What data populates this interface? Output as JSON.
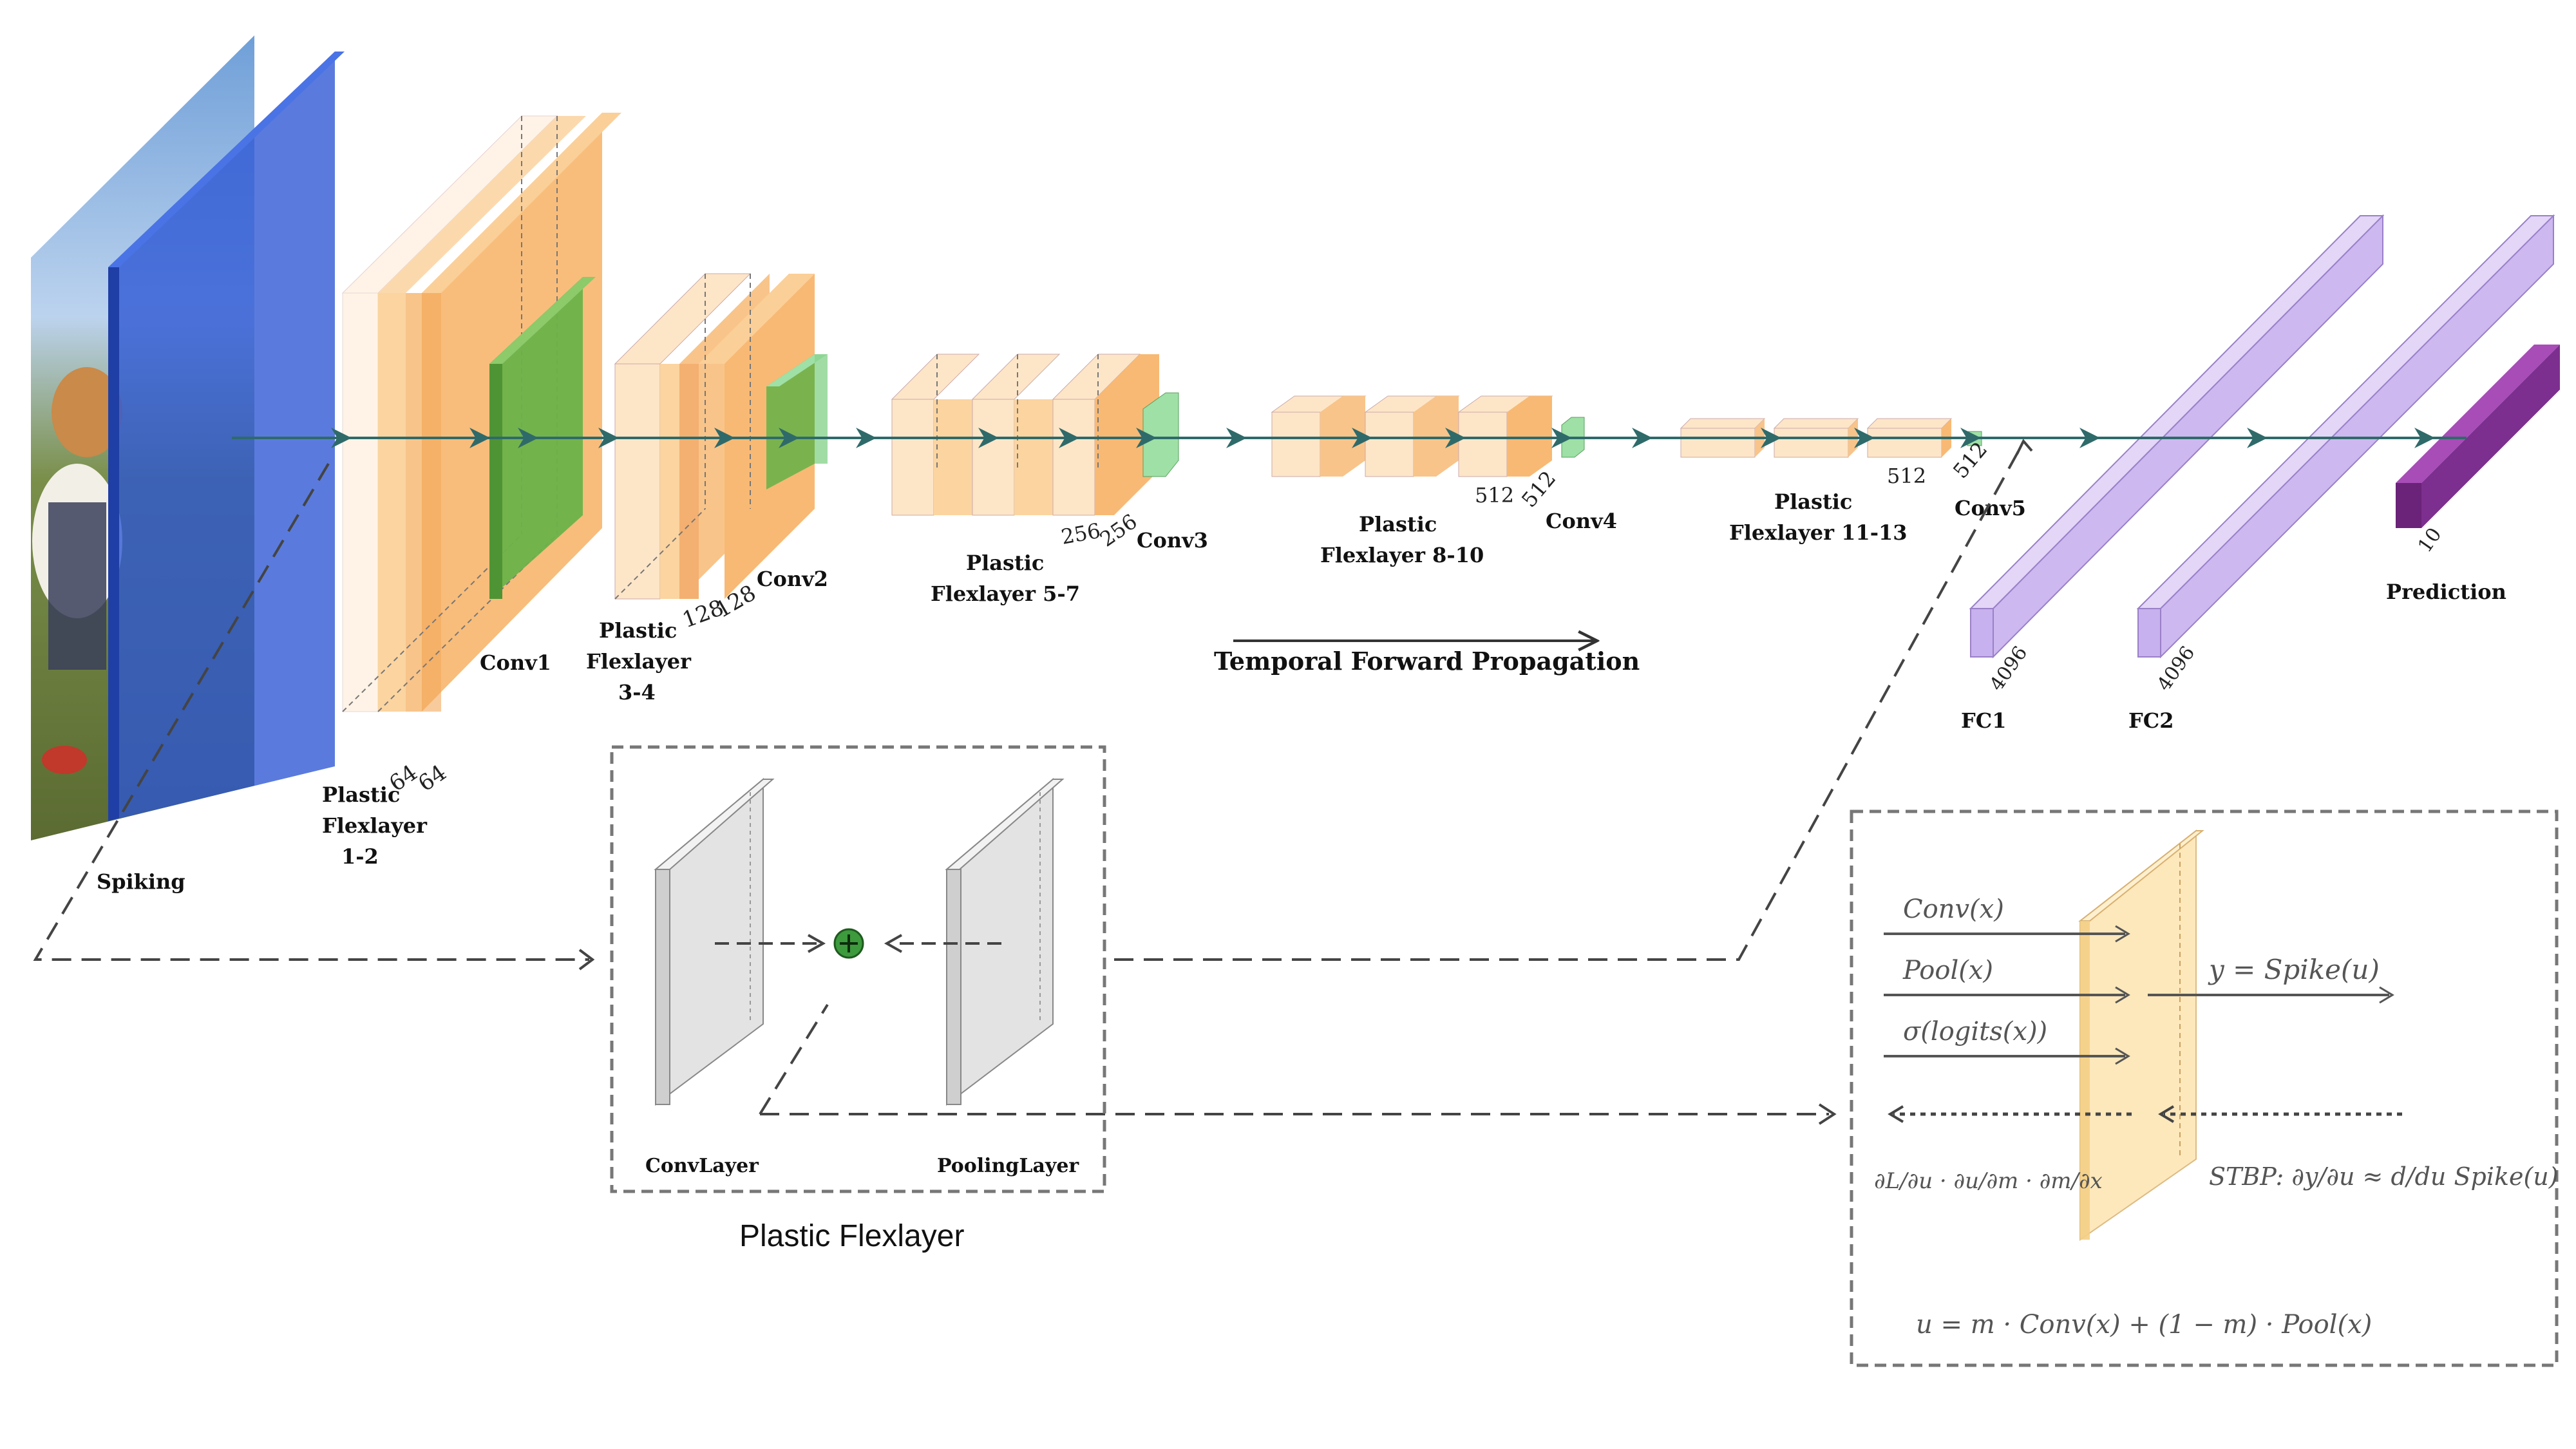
{
  "input": {
    "label": "Spiking"
  },
  "blocks": [
    {
      "label": "Plastic\nFlexlayer\n1-2",
      "dim_a": "64",
      "dim_b": "64"
    },
    {
      "label": "Plastic\nFlexlayer\n3-4",
      "dim_a": "128",
      "dim_b": "128"
    },
    {
      "label": "Plastic\nFlexlayer 5-7",
      "dim_a": "256",
      "dim_b": "256"
    },
    {
      "label": "Plastic\nFlexlayer 8-10",
      "dim_a": "512",
      "dim_b": "512"
    },
    {
      "label": "Plastic\nFlexlayer 11-13",
      "dim_a": "512",
      "dim_b": "512"
    }
  ],
  "conv_labels": [
    "Conv1",
    "Conv2",
    "Conv3",
    "Conv4",
    "Conv5"
  ],
  "fc": [
    {
      "label": "FC1",
      "dim": "4096"
    },
    {
      "label": "FC2",
      "dim": "4096"
    }
  ],
  "prediction": {
    "label": "Prediction",
    "dim": "10"
  },
  "temporal_label": "Temporal Forward Propagation",
  "flexlayer_box": {
    "title": "Plastic Flexlayer",
    "conv_label": "ConvLayer",
    "pool_label": "PoolingLayer"
  },
  "detail_box": {
    "in_conv": "Conv(x)",
    "in_pool": "Pool(x)",
    "in_sigma": "σ(logits(x))",
    "out": "y = Spike(u)",
    "grad": "∂L/∂u · ∂u/∂m · ∂m/∂x",
    "stbp": "STBP: ∂y/∂u ≈ d/du Spike(u)",
    "formula": "u = m · Conv(x) + (1 − m) · Pool(x)"
  },
  "colors": {
    "orange": "#f8b974",
    "orange_light": "#fde6c8",
    "green": "#6cb24a",
    "green_light": "#9ee0a6",
    "blue": "#2b56d3",
    "purple_light": "#cdb8f0",
    "purple_dark": "#7c2f8f",
    "arrow": "#2f6a6a",
    "gray_panel": "#e3e3e3",
    "yellow_panel": "#fde4b0"
  }
}
